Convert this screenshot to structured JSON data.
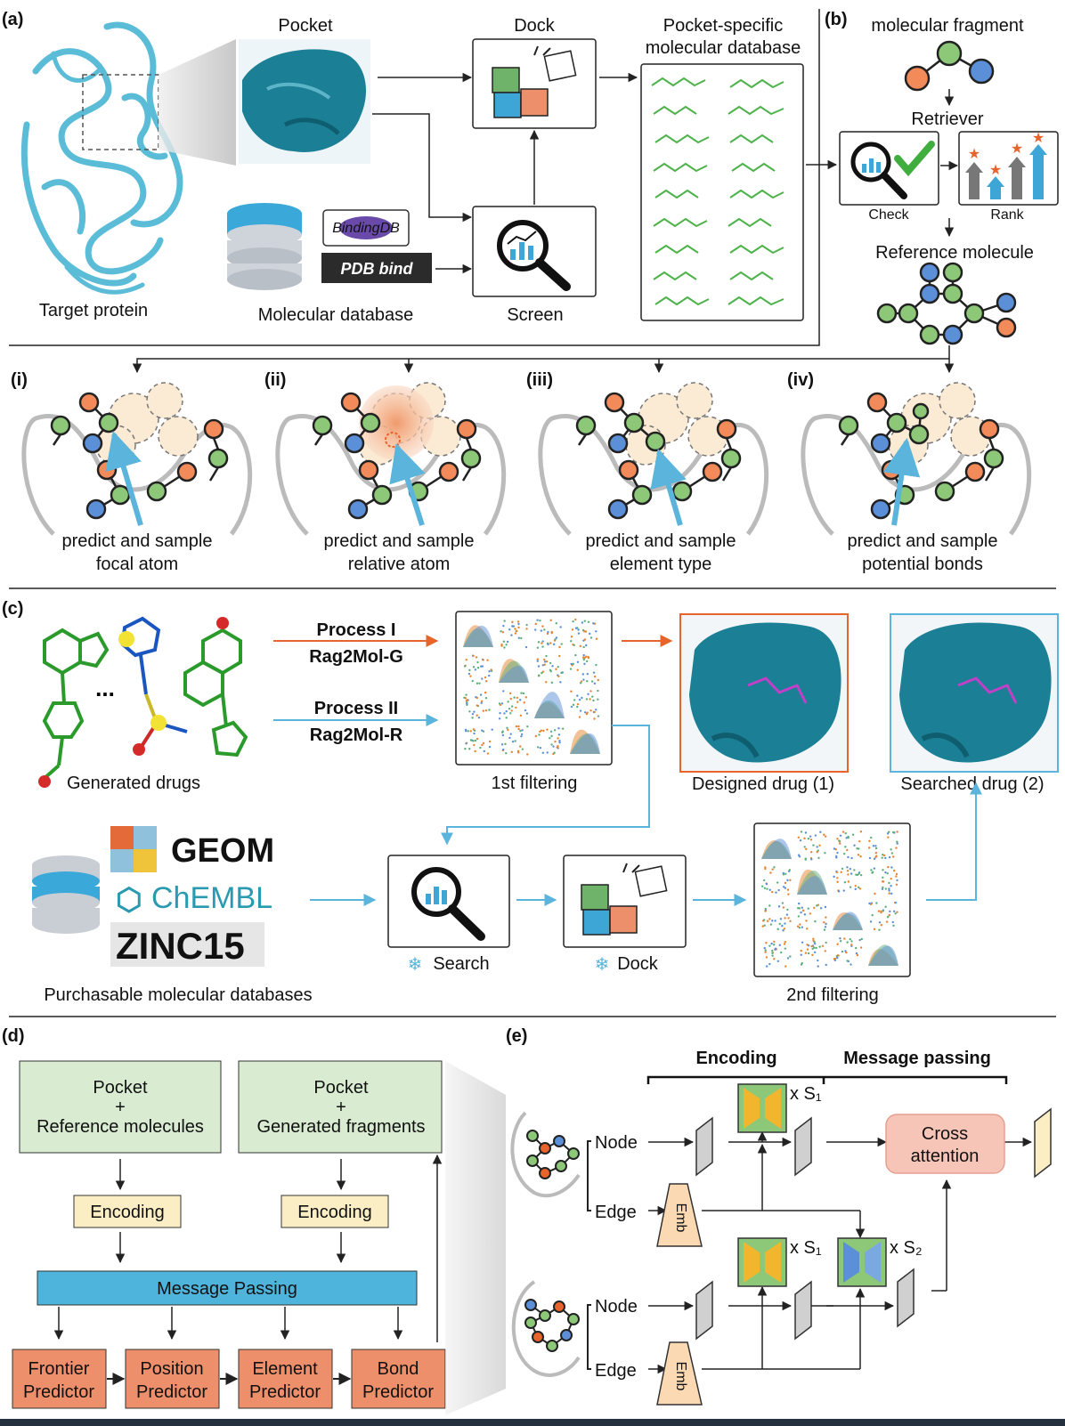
{
  "panel_a": {
    "label": "(a)",
    "target_protein": "Target protein",
    "pocket": "Pocket",
    "molecular_database": "Molecular database",
    "db_logo_1": "BindingDB",
    "db_logo_2": "PDB bind",
    "dock": "Dock",
    "screen": "Screen",
    "pocket_db_line1": "Pocket-specific",
    "pocket_db_line2": "molecular database"
  },
  "panel_b": {
    "label": "(b)",
    "fragment": "molecular fragment",
    "retriever": "Retriever",
    "check": "Check",
    "rank": "Rank",
    "reference": "Reference molecule"
  },
  "steps": [
    {
      "label": "(i)",
      "line1": "predict and sample",
      "line2": "focal atom"
    },
    {
      "label": "(ii)",
      "line1": "predict and sample",
      "line2": "relative atom"
    },
    {
      "label": "(iii)",
      "line1": "predict and sample",
      "line2": "element type"
    },
    {
      "label": "(iv)",
      "line1": "predict and sample",
      "line2": "potential bonds"
    }
  ],
  "panel_c": {
    "label": "(c)",
    "generated": "Generated drugs",
    "process1_a": "Process I",
    "process1_b": "Rag2Mol-G",
    "process2_a": "Process II",
    "process2_b": "Rag2Mol-R",
    "filter1": "1st filtering",
    "designed": "Designed drug (1)",
    "searched": "Searched drug (2)",
    "geom": "GEOM",
    "chembl": "ChEMBL",
    "zinc": "ZINC15",
    "purchasable": "Purchasable molecular databases",
    "search": "Search",
    "dock": "Dock",
    "filter2": "2nd filtering",
    "ellipsis": "..."
  },
  "panel_d": {
    "label": "(d)",
    "box1_l1": "Pocket",
    "box1_l2": "+",
    "box1_l3": "Reference molecules",
    "box2_l1": "Pocket",
    "box2_l2": "+",
    "box2_l3": "Generated fragments",
    "enc1": "Encoding",
    "enc2": "Encoding",
    "mp": "Message Passing",
    "pred": [
      {
        "l1": "Frontier",
        "l2": "Predictor"
      },
      {
        "l1": "Position",
        "l2": "Predictor"
      },
      {
        "l1": "Element",
        "l2": "Predictor"
      },
      {
        "l1": "Bond",
        "l2": "Predictor"
      }
    ]
  },
  "panel_e": {
    "label": "(e)",
    "encoding": "Encoding",
    "message_passing": "Message passing",
    "node": "Node",
    "edge": "Edge",
    "emb": "Emb",
    "xs1": "x S₁",
    "xs2": "x S₂",
    "cross1": "Cross",
    "cross2": "attention"
  },
  "colors": {
    "teal": "#1b7f95",
    "protein": "#5bbcd8",
    "green_box": "#d9ecd2",
    "yellow_box": "#fbeec5",
    "blue_bar": "#4fb4dc",
    "orange_box": "#ee8f6b",
    "orange_arrow": "#e8642d",
    "blue_arrow": "#5ab4dc"
  }
}
